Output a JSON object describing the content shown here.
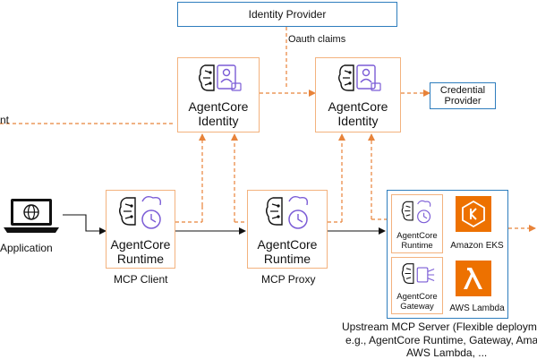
{
  "identity_provider": {
    "label": "Identity Provider"
  },
  "oauth_claims": {
    "label": "Oauth claims"
  },
  "credential_provider": {
    "line1": "Credential",
    "line2": "Provider"
  },
  "identity_left": {
    "line1": "AgentCore",
    "line2": "Identity"
  },
  "identity_right": {
    "line1": "AgentCore",
    "line2": "Identity"
  },
  "client_fragment": {
    "label": "nt"
  },
  "application": {
    "label": "Application"
  },
  "runtime_client": {
    "line1": "AgentCore",
    "line2": "Runtime",
    "caption": "MCP Client"
  },
  "runtime_proxy": {
    "line1": "AgentCore",
    "line2": "Runtime",
    "caption": "MCP Proxy"
  },
  "upstream": {
    "runtime": {
      "line1": "AgentCore",
      "line2": "Runtime"
    },
    "gateway": {
      "line1": "AgentCore",
      "line2": "Gateway"
    },
    "eks": {
      "label": "Amazon EKS"
    },
    "lambda": {
      "label": "AWS Lambda"
    },
    "caption_line1": "Upstream MCP Server (Flexible deploymen",
    "caption_line2": "e.g., AgentCore Runtime, Gateway, Amazon",
    "caption_line3": "AWS Lambda, ..."
  },
  "colors": {
    "blue": "#2e7dbd",
    "orange_dash": "#e8833a",
    "orange_border": "#f3b27e",
    "aws_orange": "#ed7100",
    "icon_purple": "#7b5cd6"
  }
}
